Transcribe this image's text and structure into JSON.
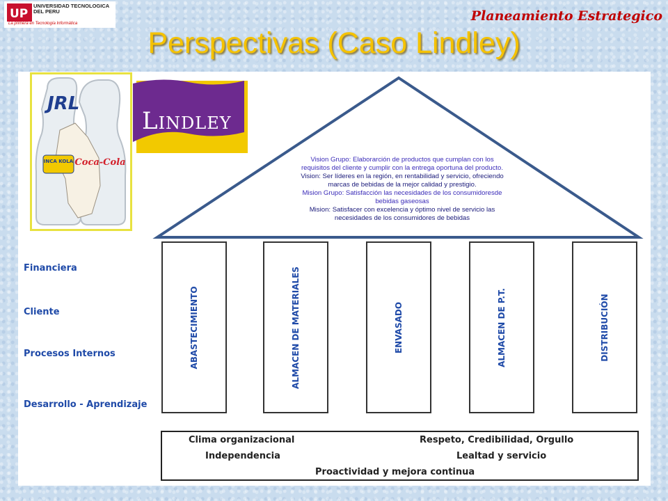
{
  "header": {
    "university_name": "UNIVERSIDAD TECNOLOGICA DEL PERU",
    "university_tagline": "La primera en Tecnología Informática",
    "course": "Planeamiento Estrategico",
    "title": "Perspectivas (Caso Lindley)"
  },
  "logos": {
    "bottle": [
      "JRL",
      "INCA KOLA",
      "Coca-Cola"
    ],
    "lindley": "LINDLEY"
  },
  "roof": {
    "lines": [
      {
        "text": "Vision Grupo:  Elaborarción  de productos que cumplan con los",
        "kind": "m"
      },
      {
        "text": "requisitos del cliente y cumplir con la entrega oportuna del producto.",
        "kind": "m"
      },
      {
        "text": "Vision: Ser líderes en la región, en rentabilidad y servicio, ofreciendo",
        "kind": "n"
      },
      {
        "text": "marcas de bebidas de la mejor calidad y prestigio.",
        "kind": "n"
      },
      {
        "text": "Mision Grupo:  Satisfacción  las necesidades de los consumidoresde",
        "kind": "m"
      },
      {
        "text": "bebidas gaseosas",
        "kind": "m"
      },
      {
        "text": "Mision: Satisfacer con excelencia y óptimo nivel de servicio las",
        "kind": "n"
      },
      {
        "text": "necesidades de los consumidores de bebidas",
        "kind": "n"
      }
    ]
  },
  "perspectives": [
    "Financiera",
    "Cliente",
    "Procesos Internos",
    "Desarrollo - Aprendizaje"
  ],
  "pillars": [
    "ABASTECIMIENTO",
    "ALMACEN DE MATERIALES",
    "ENVASADO",
    "ALMACEN DE P.T.",
    "DISTRIBUCIÓN"
  ],
  "base": {
    "row1_left": "Clima organizacional",
    "row1_right": "Respeto, Credibilidad, Orgullo",
    "row2_left": "Independencia",
    "row2_right": "Lealtad y servicio",
    "row3": "Proactividad y mejora continua"
  },
  "colors": {
    "title": "#f5c200",
    "course": "#c00000",
    "perspective_text": "#1f4aa8",
    "roof_line": "#3a5a8c",
    "lindley_purple": "#6d2a8f",
    "lindley_yellow": "#f2c900"
  }
}
